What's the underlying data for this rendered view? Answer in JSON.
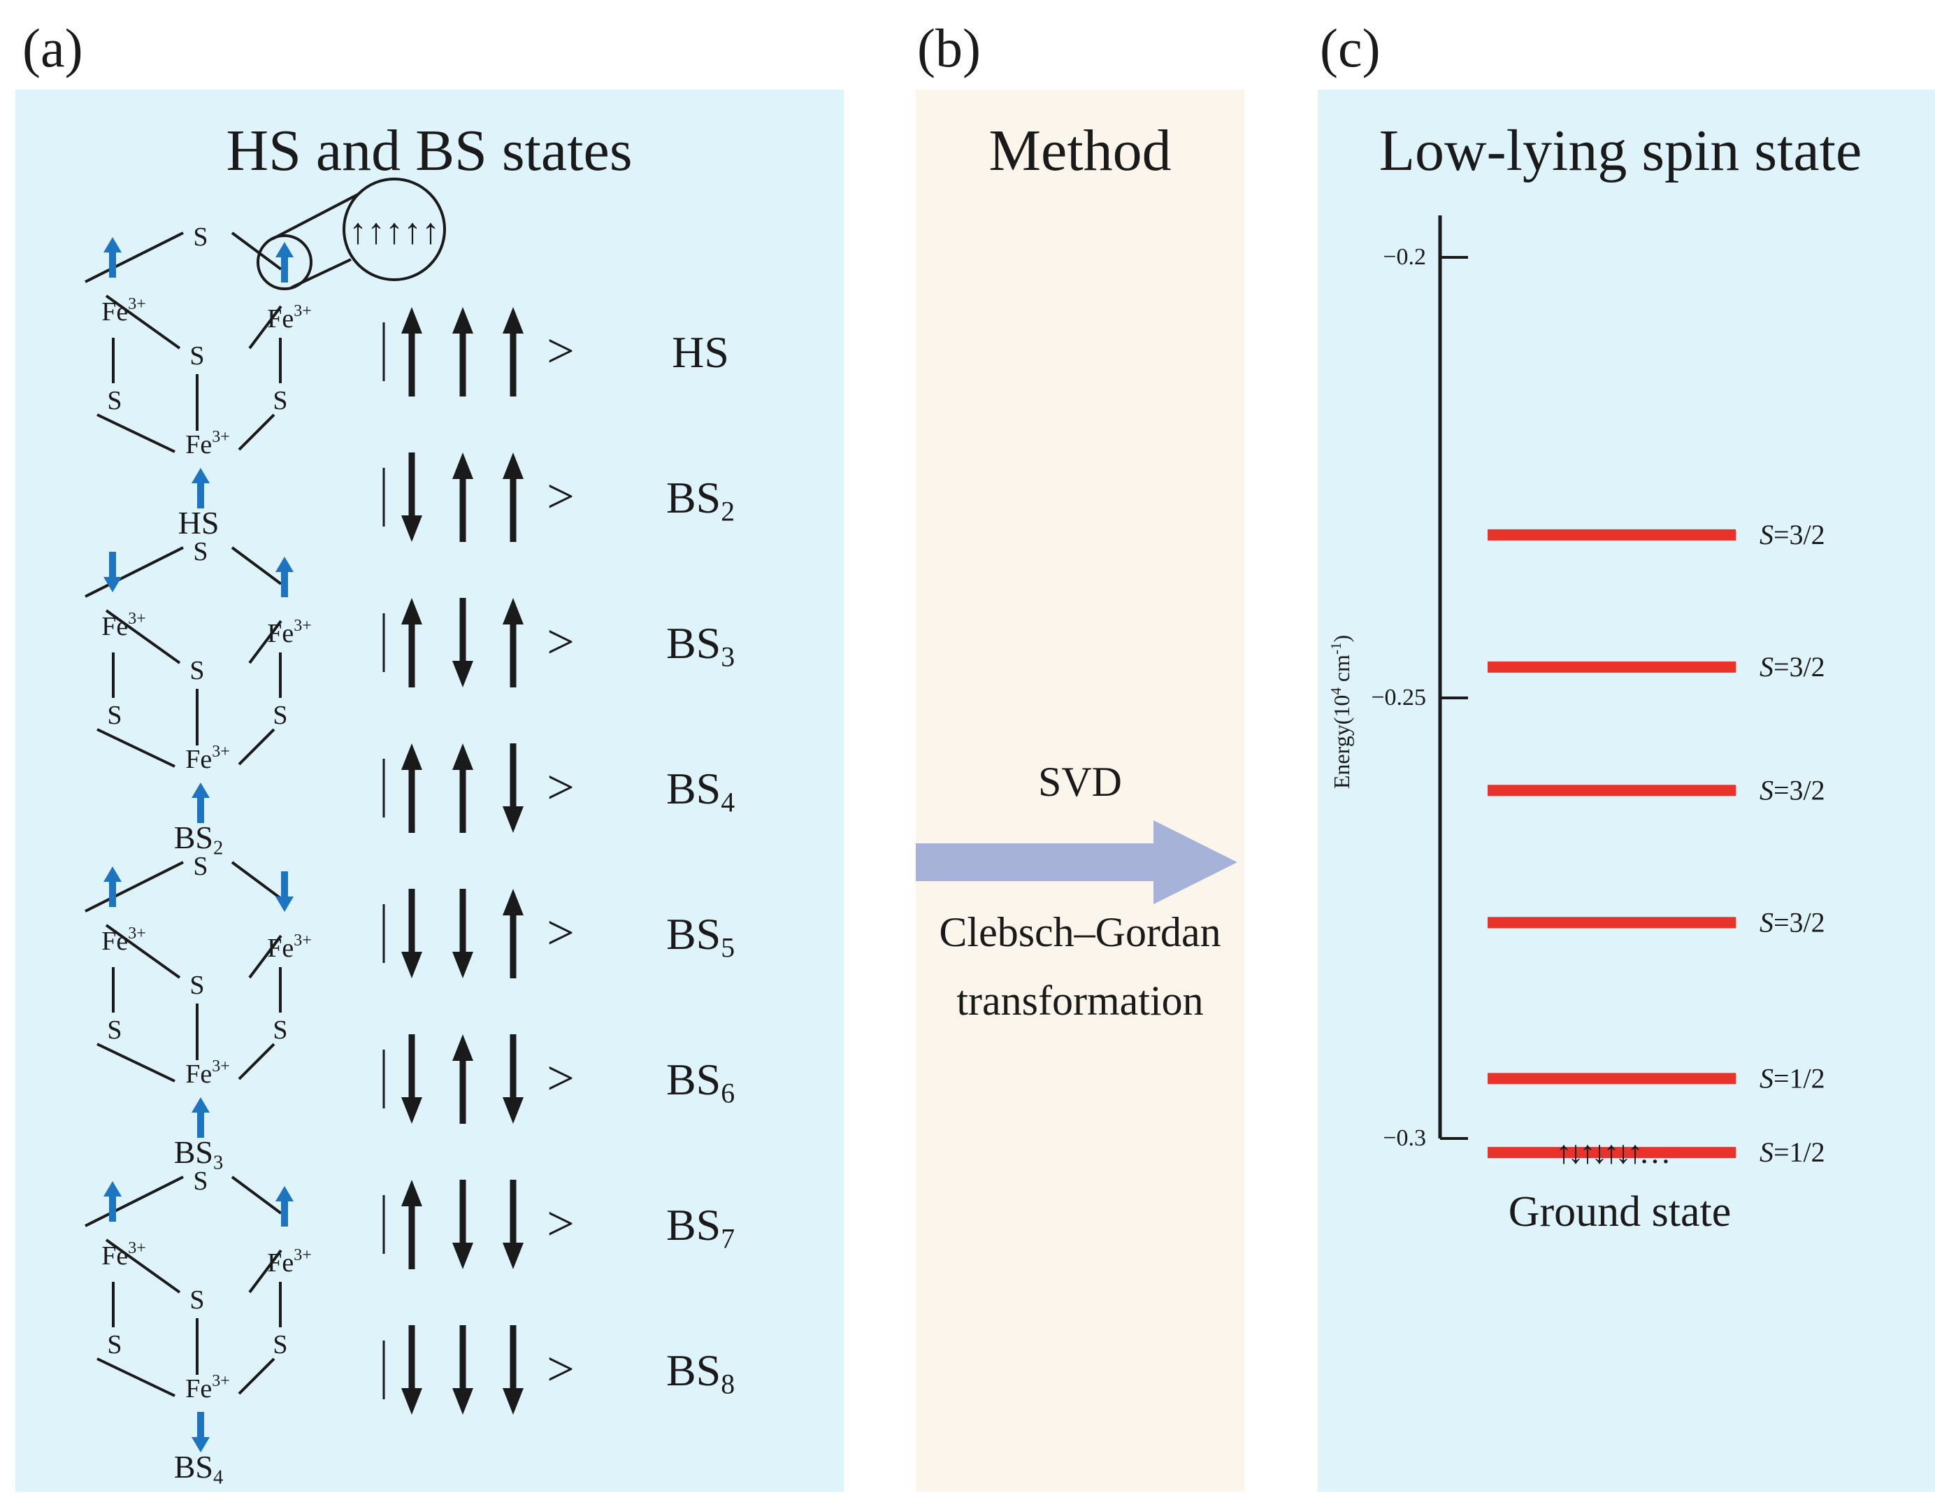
{
  "panel_labels": [
    "(a)",
    "(b)",
    "(c)"
  ],
  "panel_a": {
    "title": "HS and BS states",
    "atom_fe": "Fe",
    "atom_fe_charge": "3+",
    "atom_s": "S",
    "zoom_arrows": "↑↑↑↑↑",
    "structures": [
      {
        "caption": "HS",
        "caption_base": "HS",
        "caption_sub": "",
        "spins": [
          "up",
          "up",
          "up"
        ]
      },
      {
        "caption": "BS₂",
        "caption_base": "BS",
        "caption_sub": "2",
        "spins": [
          "down",
          "up",
          "up"
        ]
      },
      {
        "caption": "BS₃",
        "caption_base": "BS",
        "caption_sub": "3",
        "spins": [
          "up",
          "down",
          "up"
        ]
      },
      {
        "caption": "BS₄",
        "caption_base": "BS",
        "caption_sub": "4",
        "spins": [
          "up",
          "up",
          "down"
        ]
      }
    ],
    "kets": [
      {
        "label": "HS",
        "label_base": "HS",
        "label_sub": "",
        "spins": [
          "up",
          "up",
          "up"
        ]
      },
      {
        "label": "BS₂",
        "label_base": "BS",
        "label_sub": "2",
        "spins": [
          "down",
          "up",
          "up"
        ]
      },
      {
        "label": "BS₃",
        "label_base": "BS",
        "label_sub": "3",
        "spins": [
          "up",
          "down",
          "up"
        ]
      },
      {
        "label": "BS₄",
        "label_base": "BS",
        "label_sub": "4",
        "spins": [
          "up",
          "up",
          "down"
        ]
      },
      {
        "label": "BS₅",
        "label_base": "BS",
        "label_sub": "5",
        "spins": [
          "down",
          "down",
          "up"
        ]
      },
      {
        "label": "BS₆",
        "label_base": "BS",
        "label_sub": "6",
        "spins": [
          "down",
          "up",
          "down"
        ]
      },
      {
        "label": "BS₇",
        "label_base": "BS",
        "label_sub": "7",
        "spins": [
          "up",
          "down",
          "down"
        ]
      },
      {
        "label": "BS₈",
        "label_base": "BS",
        "label_sub": "8",
        "spins": [
          "down",
          "down",
          "down"
        ]
      }
    ],
    "ket_bra": "|",
    "ket_close": ">"
  },
  "panel_b": {
    "title": "Method",
    "arrow_top_label": "SVD",
    "arrow_bottom_lines": [
      "Clebsch–Gordan",
      "transformation"
    ]
  },
  "panel_c": {
    "title": "Low-lying spin state",
    "axis_label": "Energy(10⁴ cm⁻¹)",
    "axis_label_base": "Energy(10",
    "axis_label_sup1": "4",
    "axis_label_mid": " cm",
    "axis_label_sup2": "-1",
    "axis_label_end": ")",
    "y_ticks": [
      -0.2,
      -0.25,
      -0.3
    ],
    "y_tick_labels": [
      "−0.2",
      "−0.25",
      "−0.3"
    ],
    "ylim": [
      -0.3,
      -0.195
    ],
    "levels": [
      {
        "energy": -0.2315,
        "spin": "S=3/2"
      },
      {
        "energy": -0.2465,
        "spin": "S=3/2"
      },
      {
        "energy": -0.2605,
        "spin": "S=3/2"
      },
      {
        "energy": -0.2755,
        "spin": "S=3/2"
      },
      {
        "energy": -0.2932,
        "spin": "S=1/2"
      },
      {
        "energy": -0.3016,
        "spin": "S=1/2"
      }
    ],
    "ground_arrows": "↑↓↑↓↑↓↑…",
    "ground_label": "Ground state"
  },
  "colors": {
    "panel_a_bg": "#dff3fb",
    "panel_b_bg": "#fcf5eb",
    "panel_c_bg": "#dff3fb",
    "method_arrow": "#a6b2d8",
    "spin_blue": "#1d74c0",
    "level_red": "#e8322a",
    "ink": "#1a1a1a"
  }
}
